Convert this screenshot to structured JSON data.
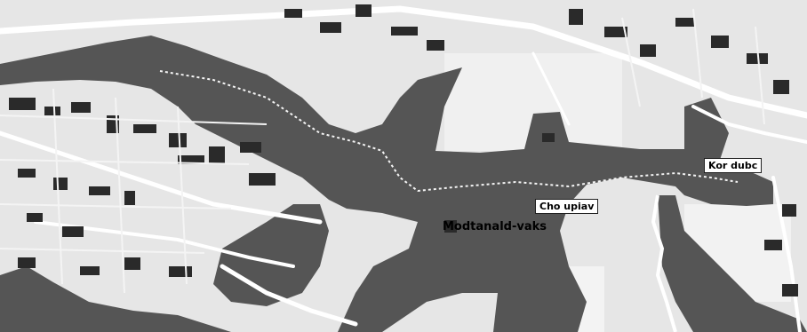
{
  "map": {
    "colors": {
      "background": "#e6e6e6",
      "water": "#555555",
      "road": "#ffffff",
      "building": "#2a2a2a",
      "light_area": "#d2d2d2",
      "path": "#f4f4f4"
    },
    "labels": {
      "place_right": "Kor dubc",
      "place_center": "Cho upiav",
      "area_name": "Modtanald-vaks",
      "small_1": "",
      "small_2": ""
    }
  }
}
